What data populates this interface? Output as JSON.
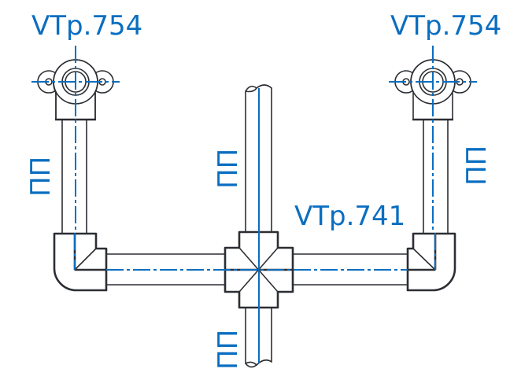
{
  "diagram": {
    "type": "pipe-assembly-technical-drawing",
    "colors": {
      "outline": "#2b2e33",
      "annotation": "#0a6ec0",
      "background": "#ffffff"
    },
    "labels": {
      "wall_plate_left": "VTp.754",
      "wall_plate_right": "VTp.754",
      "cross": "VTp.741"
    },
    "material_labels": {
      "pipe_left": "ПП",
      "pipe_center_top": "ПП",
      "pipe_center_bottom": "ПП",
      "pipe_right": "ПП"
    },
    "components": [
      {
        "id": "wall-plate-left",
        "part": "VTp.754",
        "kind": "wall-mounted elbow (plate)"
      },
      {
        "id": "wall-plate-right",
        "part": "VTp.754",
        "kind": "wall-mounted elbow (plate)"
      },
      {
        "id": "elbow-left",
        "kind": "90° elbow"
      },
      {
        "id": "elbow-right",
        "kind": "90° elbow"
      },
      {
        "id": "cross",
        "part": "VTp.741",
        "kind": "cross fitting"
      },
      {
        "id": "pipe-left-vertical",
        "material": "ПП"
      },
      {
        "id": "pipe-right-vertical",
        "material": "ПП"
      },
      {
        "id": "pipe-center-vertical",
        "material": "ПП",
        "note": "broken ends top and bottom"
      },
      {
        "id": "pipe-left-horizontal"
      },
      {
        "id": "pipe-right-horizontal"
      }
    ]
  }
}
